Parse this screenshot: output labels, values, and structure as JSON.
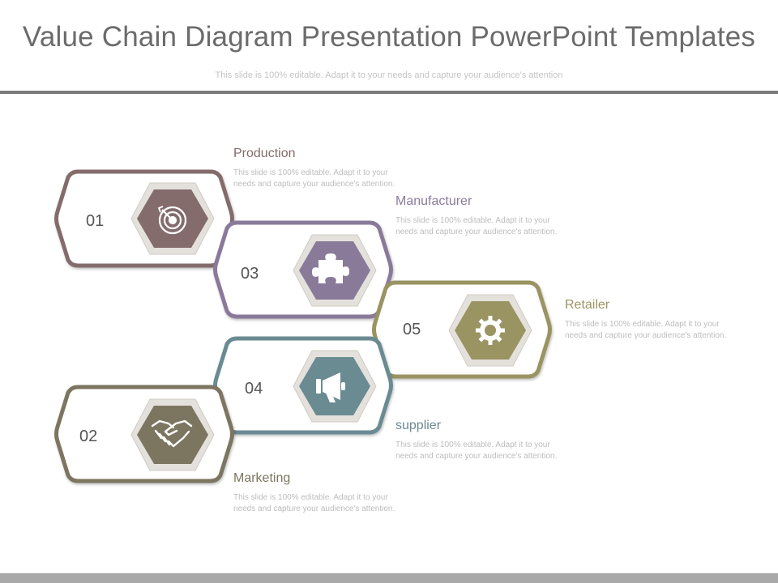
{
  "header": {
    "title": "Value Chain Diagram Presentation PowerPoint Templates",
    "subtitle": "This slide is 100% editable. Adapt it to your needs and capture your audience's attention"
  },
  "steps": [
    {
      "number": "01",
      "title": "Production",
      "description": "This slide is 100% editable. Adapt it to your needs and capture your audience's attention.",
      "color": "#846c6c",
      "icon": "target-icon"
    },
    {
      "number": "02",
      "title": "Marketing",
      "description": "This slide is 100% editable. Adapt it to your needs and capture your audience's attention.",
      "color": "#7c7560",
      "icon": "handshake-icon"
    },
    {
      "number": "03",
      "title": "Manufacturer",
      "description": "This slide is 100% editable. Adapt it to your needs and capture your audience's attention.",
      "color": "#8a7a9a",
      "icon": "puzzle-icon"
    },
    {
      "number": "04",
      "title": "supplier",
      "description": "This slide is 100% editable. Adapt it to your needs and capture your audience's attention.",
      "color": "#6b8b92",
      "icon": "megaphone-icon"
    },
    {
      "number": "05",
      "title": "Retailer",
      "description": "This slide is 100% editable. Adapt it to your needs and capture your audience's attention.",
      "color": "#9a9362",
      "icon": "gear-icon"
    }
  ]
}
